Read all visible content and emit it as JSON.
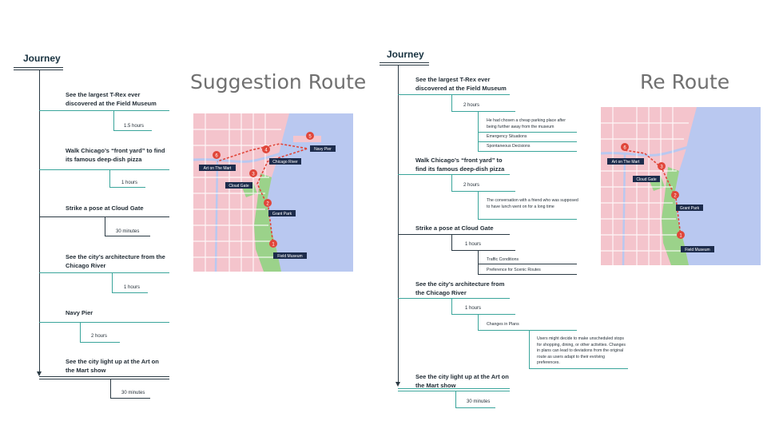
{
  "left": {
    "heading": "Journey",
    "title": "Suggestion Route",
    "steps": [
      {
        "text": "See the largest T-Rex ever discovered at the Field Museum",
        "duration": "1.5 hours"
      },
      {
        "text": "Walk Chicago’s “front yard” to find its famous deep-dish pizza",
        "duration": "1 hours"
      },
      {
        "text": "Strike a pose at Cloud Gate",
        "duration": "30 minutes"
      },
      {
        "text": "See the city’s architecture from the Chicago River",
        "duration": "1 hours"
      },
      {
        "text": "Navy Pier",
        "duration": "2 hours"
      },
      {
        "text": "See the city light up at the Art on the Mart show",
        "duration": "30 minutes"
      }
    ],
    "map": {
      "markers": [
        {
          "num": "1",
          "label": "Field Museum"
        },
        {
          "num": "2",
          "label": "Grant Park"
        },
        {
          "num": "3",
          "label": "Cloud Gate"
        },
        {
          "num": "4",
          "label": "Chicago River"
        },
        {
          "num": "5",
          "label": "Navy Pier"
        },
        {
          "num": "6",
          "label": "Art on The Mart"
        }
      ]
    }
  },
  "right": {
    "heading": "Journey",
    "title": "Re Route",
    "steps": [
      {
        "text": "See the largest T-Rex ever discovered at the Field Museum",
        "duration": "2 hours",
        "details": [
          "He had chosen a cheap parking place after being further away from the museum",
          "Emergency Situations",
          "Spontaneous Decisions"
        ]
      },
      {
        "text": "Walk Chicago’s “front yard” to find its famous deep-dish pizza",
        "duration": "2 hours",
        "details": [
          "The conversation with a friend who was supposed to have lunch went on for a long time"
        ]
      },
      {
        "text": "Strike a pose at Cloud Gate",
        "duration": "1 hours",
        "details": [
          "Traffic Conditions",
          "Preference for Scenic Routes"
        ]
      },
      {
        "text": "See the city’s architecture from the Chicago River",
        "duration": "1 hours",
        "details": [
          "Changes in Plans",
          "Users might decide to make unscheduled stops for shopping, dining, or other activities. Changes in plans can lead to deviations from the original route as users adapt to their evolving preferences."
        ]
      },
      {
        "text": "See the city light up at the Art on the Mart show",
        "duration": "30 minutes",
        "details": []
      }
    ],
    "map": {
      "markers": [
        {
          "num": "1",
          "label": "Field Museum"
        },
        {
          "num": "2",
          "label": "Grant Park"
        },
        {
          "num": "3",
          "label": "Cloud Gate"
        },
        {
          "num": "6",
          "label": "Art on The Mart"
        }
      ]
    }
  },
  "colors": {
    "teal": "#3aa59b",
    "dark": "#2b3a44",
    "route": "#e0463a",
    "park": "#9bd28a",
    "water": "#b9c8f0",
    "city": "#f4c4cc"
  }
}
